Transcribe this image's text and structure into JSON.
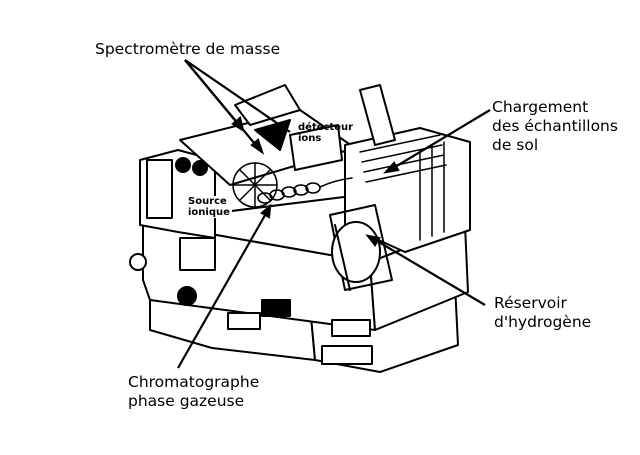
{
  "labels": {
    "mass_spec": "Spectromètre de masse",
    "ion_detector": [
      "détecteur",
      "ions"
    ],
    "ion_source": [
      "Source",
      "ionique"
    ],
    "sample_loading": [
      "Chargement",
      "des échantillons",
      "de sol"
    ],
    "hydrogen_tank": [
      "Réservoir",
      "d'hydrogène"
    ],
    "gas_chromatograph": [
      "Chromatographe",
      "phase gazeuse"
    ]
  },
  "colors": {
    "ink": "#000000",
    "paper": "#ffffff"
  }
}
